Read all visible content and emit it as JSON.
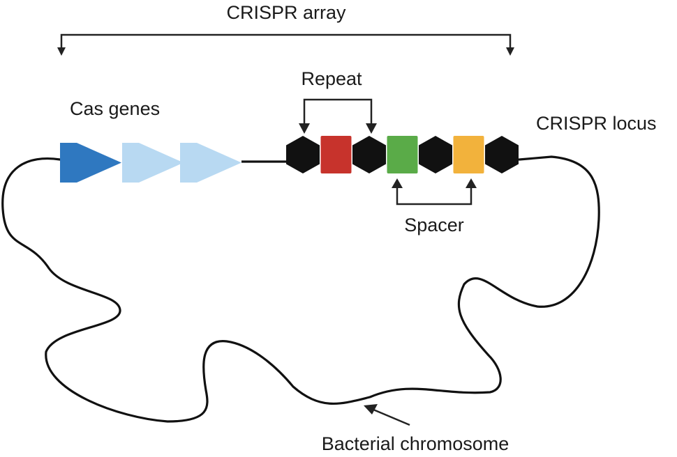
{
  "labels": {
    "crispr_array": "CRISPR array",
    "cas_genes": "Cas genes",
    "repeat": "Repeat",
    "crispr_locus": "CRISPR locus",
    "spacer": "Spacer",
    "bacterial_chromosome": "Bacterial chromosome"
  },
  "colors": {
    "cas_gene_primary": "#2f78c0",
    "cas_gene_secondary": "#b8d9f2",
    "repeat": "#111111",
    "spacer_1": "#c7332c",
    "spacer_2": "#5aab48",
    "spacer_3": "#f2b23c",
    "chromosome_line": "#111111"
  },
  "cas_genes": [
    {
      "name": "cas-gene-1",
      "color_key": "cas_gene_primary"
    },
    {
      "name": "cas-gene-2",
      "color_key": "cas_gene_secondary"
    },
    {
      "name": "cas-gene-3",
      "color_key": "cas_gene_secondary"
    }
  ],
  "array_elements": [
    {
      "type": "repeat"
    },
    {
      "type": "spacer",
      "color_key": "spacer_1"
    },
    {
      "type": "repeat"
    },
    {
      "type": "spacer",
      "color_key": "spacer_2"
    },
    {
      "type": "repeat"
    },
    {
      "type": "spacer",
      "color_key": "spacer_3"
    },
    {
      "type": "repeat"
    }
  ]
}
